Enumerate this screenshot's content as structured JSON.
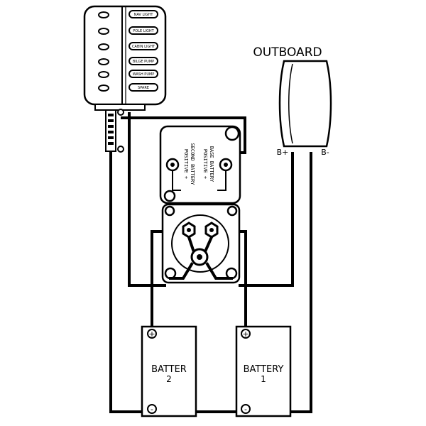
{
  "outboard": {
    "title": "OUTBOARD",
    "pos_terminal": "B+",
    "neg_terminal": "B-"
  },
  "switch_panel": {
    "switches": [
      "NAV LIGHT",
      "POLE LIGHT",
      "CABIN LIGHT",
      "BILGE PUMP",
      "WASH PUMP",
      "SPARE"
    ]
  },
  "battery_switch": {
    "label_left_line1": "SECOND BATTERY",
    "label_left_line2": "POSITIVE +",
    "label_right_line1": "BASE BATTERY",
    "label_right_line2": "POSITIVE +"
  },
  "batteries": [
    {
      "label": "BATTER",
      "number": "2",
      "pos": "+",
      "neg": "-"
    },
    {
      "label": "BATTERY",
      "number": "1",
      "pos": "+",
      "neg": "-"
    }
  ]
}
